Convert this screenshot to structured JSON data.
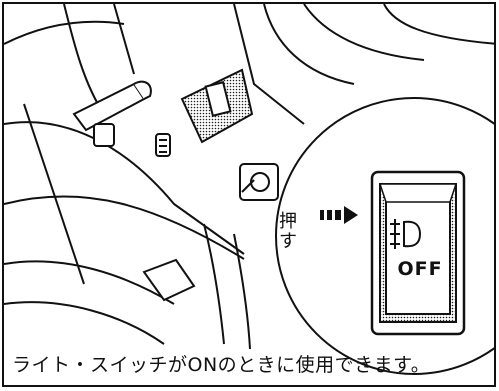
{
  "caption": "ライト・スイッチがONのときに使用できます。",
  "push_label": {
    "line1": "押",
    "line2": "す"
  },
  "switch": {
    "off_label": "OFF",
    "symbol": "fog-lamp-icon"
  },
  "colors": {
    "ink": "#111111",
    "paper": "#ffffff"
  }
}
